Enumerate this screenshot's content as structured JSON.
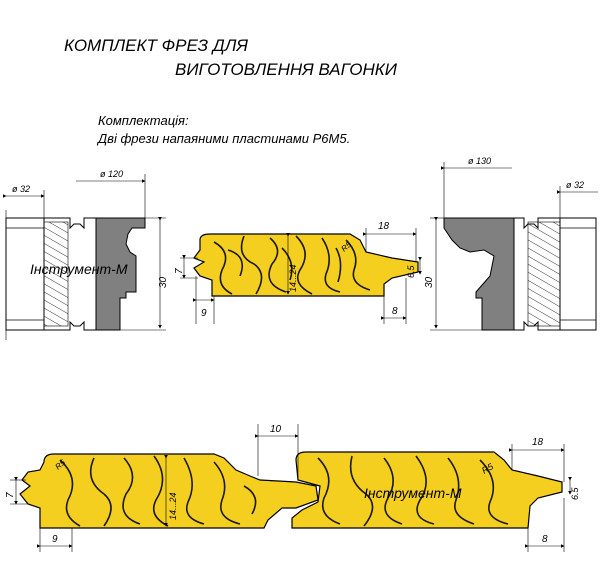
{
  "title": {
    "line1": "КОМПЛЕКТ ФРЕЗ ДЛЯ",
    "line2": "ВИГОТОВЛЕННЯ ВАГОНКИ"
  },
  "kit": {
    "label": "Комплектація:",
    "description": "Дві фрези напаяними пластинами Р6М5."
  },
  "watermark": "Інструмент-М",
  "colors": {
    "wood": "#f5cf1f",
    "grain": "#1a1a1a",
    "cutter": "#808080",
    "outline": "#000000"
  },
  "dimensions": {
    "left_bore": "ø 32",
    "left_diameter": "ø 120",
    "left_height": "30",
    "board_groove_width": "7",
    "board_radius": "R5",
    "board_thickness": "14...24",
    "board_left_offset": "9",
    "board_tongue_length": "18",
    "board_tongue_width": "6.5",
    "board_right_offset": "8",
    "right_diameter": "ø 130",
    "right_bore": "ø 32",
    "right_height": "30",
    "assembly_gap": "10",
    "assembly_groove": "7",
    "assembly_left_offset": "9",
    "assembly_thickness": "14...24",
    "assembly_tongue_length": "18",
    "assembly_tongue_width": "6.5",
    "assembly_right_offset": "8",
    "assembly_radius": "R5"
  }
}
